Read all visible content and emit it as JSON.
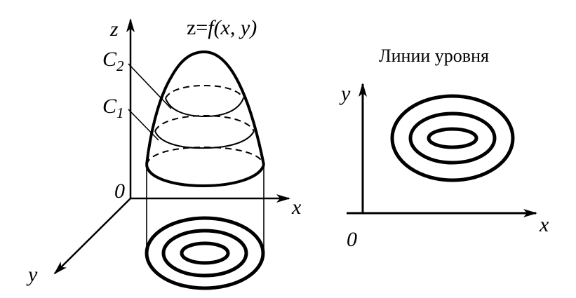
{
  "left_diagram": {
    "function_label": "z=",
    "function_name": "f(x, y)",
    "axis_z": "z",
    "axis_x": "x",
    "axis_y": "y",
    "origin": "0",
    "level_c2_main": "C",
    "level_c2_sub": "2",
    "level_c1_main": "C",
    "level_c1_sub": "1"
  },
  "right_diagram": {
    "title": "Линии уровня",
    "axis_x": "x",
    "axis_y": "y",
    "origin": "0"
  },
  "colors": {
    "ink": "#000000",
    "background": "#ffffff"
  }
}
